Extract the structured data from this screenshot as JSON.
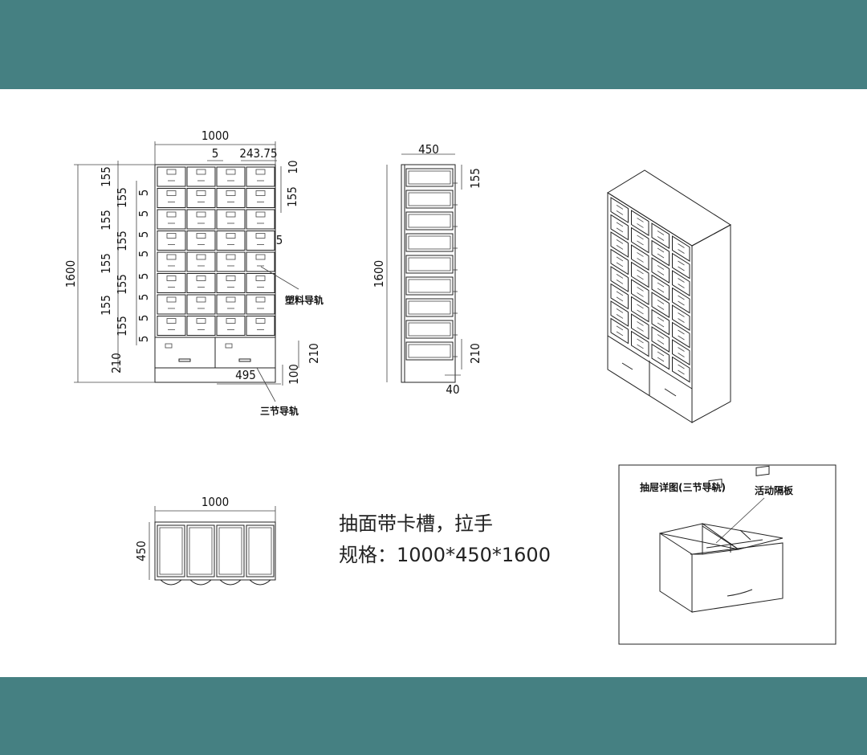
{
  "colors": {
    "band": "#458082",
    "ink": "#222222",
    "paper": "#ffffff"
  },
  "front_view": {
    "width": "1000",
    "gap": "5",
    "column_width": "243.75",
    "top_gap": "10",
    "height": "1600",
    "drawer_height": "155",
    "divider": "5",
    "large_drawer_height": "210",
    "base_height": "100",
    "large_drawer_width": "495",
    "label_plastic_rail": "塑料导轨",
    "label_three_rail": "三节导轨"
  },
  "side_view": {
    "depth": "450",
    "drawer_height": "155",
    "height": "1600",
    "large_drawer_height": "210",
    "offset": "40"
  },
  "top_view": {
    "width": "1000",
    "depth": "450"
  },
  "spec_text": {
    "line1": "抽面带卡槽，拉手",
    "line2": "规格：1000*450*1600"
  },
  "drawer_detail": {
    "title": "抽屉详图(三节导轨)",
    "divider_label": "活动隔板"
  }
}
